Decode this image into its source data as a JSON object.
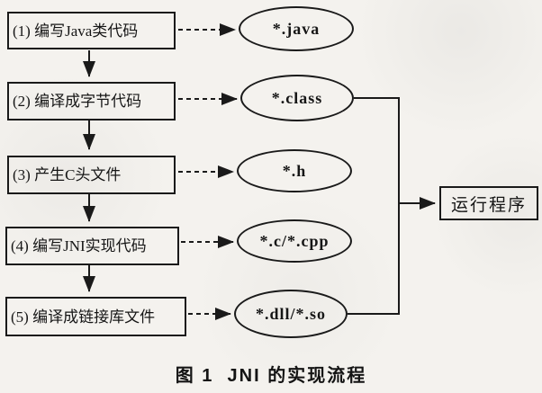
{
  "figure": {
    "caption": "图 1  JNI 的实现流程"
  },
  "flow": {
    "steps": [
      {
        "label": "(1) 编写Java类代码",
        "artifact": "*.java"
      },
      {
        "label": "(2) 编译成字节代码",
        "artifact": "*.class"
      },
      {
        "label": "(3) 产生C头文件",
        "artifact": "*.h"
      },
      {
        "label": "(4) 编写JNI实现代码",
        "artifact": "*.c/*.cpp"
      },
      {
        "label": "(5) 编译成链接库文件",
        "artifact": "*.dll/*.so"
      }
    ],
    "result": {
      "label": "运行程序"
    }
  },
  "colors": {
    "ink": "#1a1a1a",
    "paper": "#f4f2ee"
  }
}
